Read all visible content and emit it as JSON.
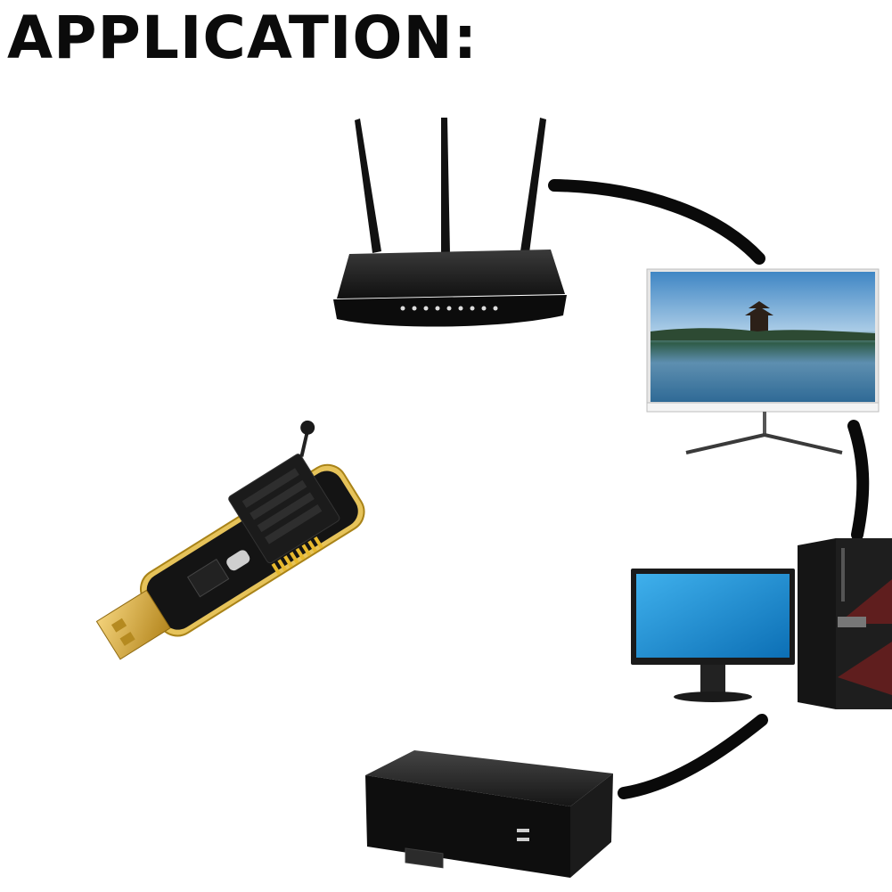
{
  "heading": {
    "text": "APPLICATION:"
  },
  "devices": [
    {
      "name": "wifi-router",
      "label": ""
    },
    {
      "name": "flat-monitor",
      "label": ""
    },
    {
      "name": "desktop-computer",
      "label": ""
    },
    {
      "name": "set-top-box",
      "label": ""
    },
    {
      "name": "usb-eeprom-programmer",
      "label": ""
    }
  ],
  "colors": {
    "arc": "#0a0a0a",
    "device_body": "#141414",
    "pcb_gold": "#c9a227",
    "screen_sky": "#6fa8d6",
    "screen_blue": "#1c8fd6"
  }
}
